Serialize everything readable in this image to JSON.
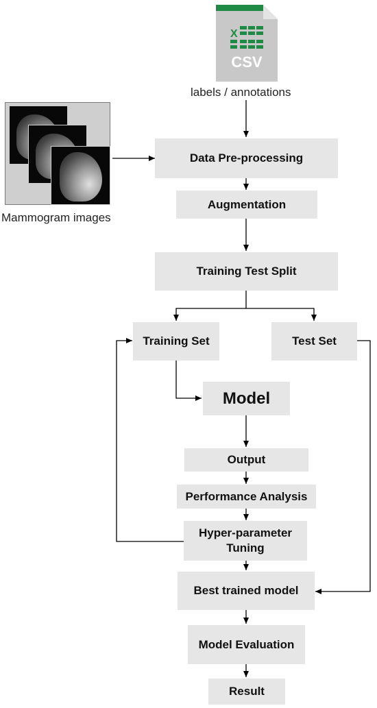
{
  "icons": {
    "csv": "csv-file-icon",
    "mammogram": "mammogram-images-icon"
  },
  "csv": {
    "label": "CSV",
    "caption": "labels / annotations"
  },
  "mammogram": {
    "caption": "Mammogram images"
  },
  "nodes": {
    "preprocessing": "Data Pre-processing",
    "augmentation": "Augmentation",
    "split": "Training Test Split",
    "training_set": "Training Set",
    "test_set": "Test Set",
    "model": "Model",
    "output": "Output",
    "performance": "Performance Analysis",
    "tuning_line1": "Hyper-parameter",
    "tuning_line2": "Tuning",
    "best_model": "Best trained model",
    "evaluation": "Model Evaluation",
    "result": "Result"
  },
  "colors": {
    "box_fill": "#e6e6e6",
    "csv_green": "#1e8a44",
    "csv_gray": "#c8c8c8",
    "arrow": "#000000"
  }
}
